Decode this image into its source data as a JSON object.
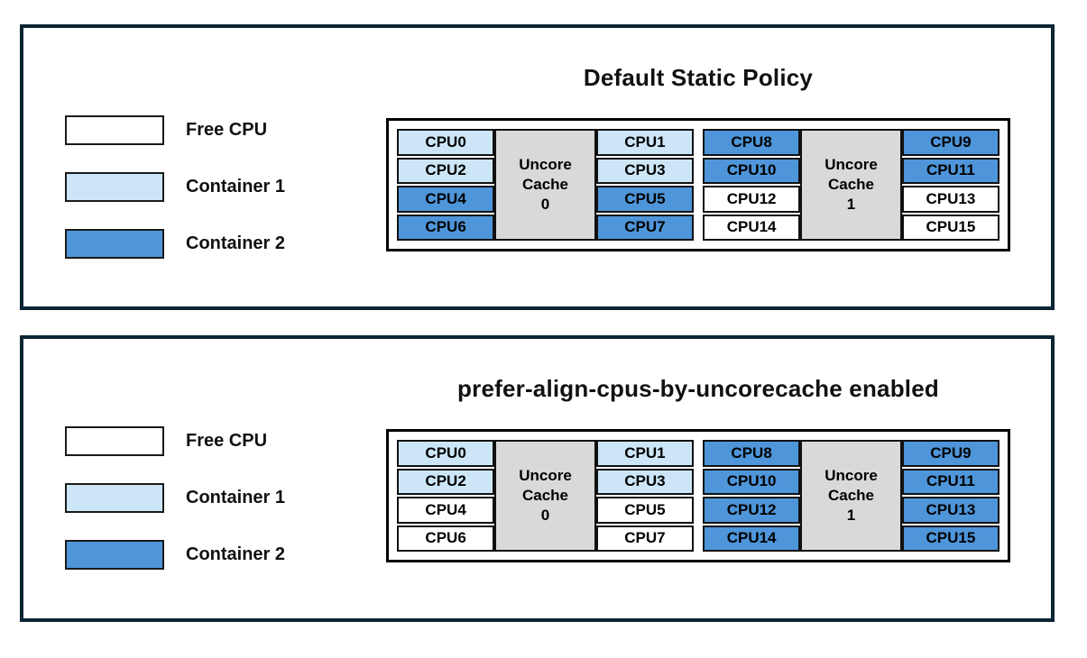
{
  "colors": {
    "panel_border": "#0a2533",
    "cell_border": "#111111",
    "free": "#ffffff",
    "container1": "#cde6f7",
    "container2": "#4e95d9",
    "cache_fill": "#d9d9d9",
    "text": "#111111"
  },
  "legend": {
    "items": [
      {
        "label": "Free CPU",
        "type": "free"
      },
      {
        "label": "Container 1",
        "type": "container1"
      },
      {
        "label": "Container 2",
        "type": "container2"
      }
    ]
  },
  "panels": [
    {
      "title": "Default Static Policy",
      "groups": [
        {
          "cache_lines": [
            "Uncore",
            "Cache",
            "0"
          ],
          "left": [
            {
              "label": "CPU0",
              "type": "container1"
            },
            {
              "label": "CPU2",
              "type": "container1"
            },
            {
              "label": "CPU4",
              "type": "container2"
            },
            {
              "label": "CPU6",
              "type": "container2"
            }
          ],
          "right": [
            {
              "label": "CPU1",
              "type": "container1"
            },
            {
              "label": "CPU3",
              "type": "container1"
            },
            {
              "label": "CPU5",
              "type": "container2"
            },
            {
              "label": "CPU7",
              "type": "container2"
            }
          ]
        },
        {
          "cache_lines": [
            "Uncore",
            "Cache",
            "1"
          ],
          "left": [
            {
              "label": "CPU8",
              "type": "container2"
            },
            {
              "label": "CPU10",
              "type": "container2"
            },
            {
              "label": "CPU12",
              "type": "free"
            },
            {
              "label": "CPU14",
              "type": "free"
            }
          ],
          "right": [
            {
              "label": "CPU9",
              "type": "container2"
            },
            {
              "label": "CPU11",
              "type": "container2"
            },
            {
              "label": "CPU13",
              "type": "free"
            },
            {
              "label": "CPU15",
              "type": "free"
            }
          ]
        }
      ]
    },
    {
      "title": "prefer-align-cpus-by-uncorecache enabled",
      "groups": [
        {
          "cache_lines": [
            "Uncore",
            "Cache",
            "0"
          ],
          "left": [
            {
              "label": "CPU0",
              "type": "container1"
            },
            {
              "label": "CPU2",
              "type": "container1"
            },
            {
              "label": "CPU4",
              "type": "free"
            },
            {
              "label": "CPU6",
              "type": "free"
            }
          ],
          "right": [
            {
              "label": "CPU1",
              "type": "container1"
            },
            {
              "label": "CPU3",
              "type": "container1"
            },
            {
              "label": "CPU5",
              "type": "free"
            },
            {
              "label": "CPU7",
              "type": "free"
            }
          ]
        },
        {
          "cache_lines": [
            "Uncore",
            "Cache",
            "1"
          ],
          "left": [
            {
              "label": "CPU8",
              "type": "container2"
            },
            {
              "label": "CPU10",
              "type": "container2"
            },
            {
              "label": "CPU12",
              "type": "container2"
            },
            {
              "label": "CPU14",
              "type": "container2"
            }
          ],
          "right": [
            {
              "label": "CPU9",
              "type": "container2"
            },
            {
              "label": "CPU11",
              "type": "container2"
            },
            {
              "label": "CPU13",
              "type": "container2"
            },
            {
              "label": "CPU15",
              "type": "container2"
            }
          ]
        }
      ]
    }
  ]
}
